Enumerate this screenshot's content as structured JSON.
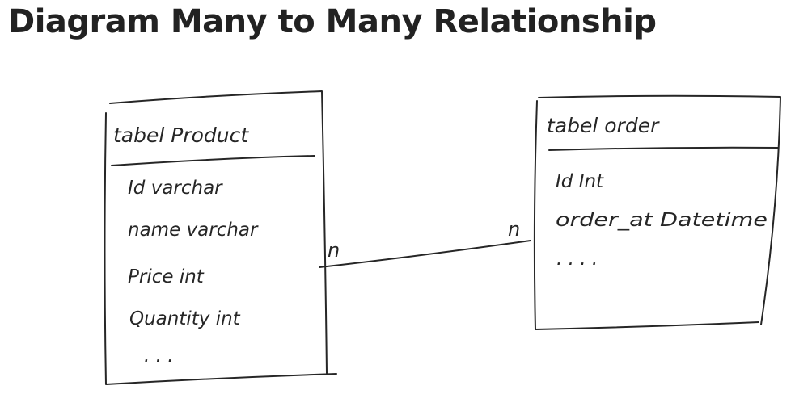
{
  "page": {
    "title": "Diagram Many to Many Relationship"
  },
  "entities": {
    "product": {
      "title": "tabel Product",
      "fields": [
        "Id   varchar",
        "name varchar",
        "Price int",
        "Quantity int"
      ],
      "more": ". . ."
    },
    "order": {
      "title": "tabel order",
      "fields": [
        "Id   Int",
        "order_at Datetime"
      ],
      "more": ". . . ."
    }
  },
  "relationship": {
    "left_cardinality": "n",
    "right_cardinality": "n"
  }
}
